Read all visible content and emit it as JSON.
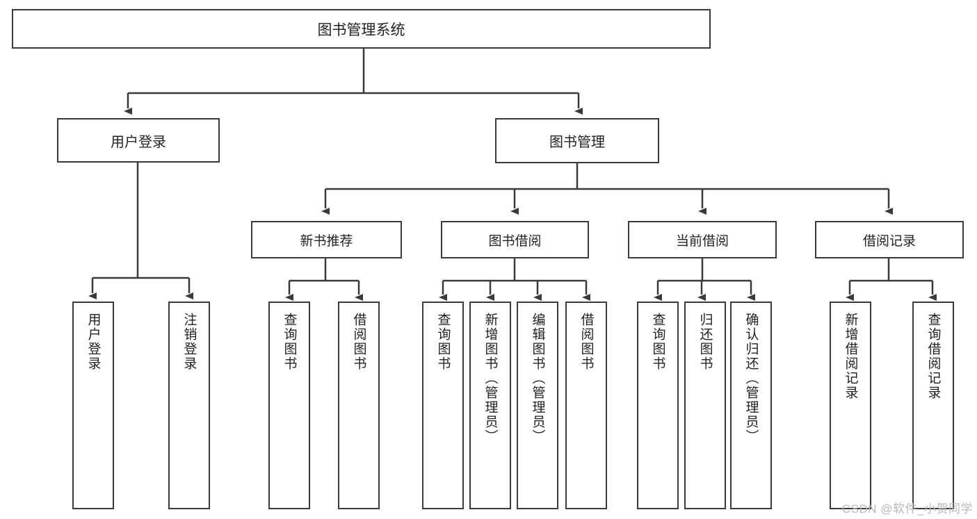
{
  "diagram": {
    "title": "图书管理系统",
    "watermark": "CSDN @软件_小贺同学",
    "accent_color": "#3a3a3a",
    "background_color": "#ffffff",
    "text_color": "#222222",
    "root": {
      "label": "图书管理系统"
    },
    "level2": [
      {
        "label": "用户登录"
      },
      {
        "label": "图书管理"
      }
    ],
    "level3": [
      {
        "label": "新书推荐"
      },
      {
        "label": "图书借阅"
      },
      {
        "label": "当前借阅"
      },
      {
        "label": "借阅记录"
      }
    ],
    "leaves": {
      "user_login": [
        {
          "label": "用户登录"
        },
        {
          "label": "注销登录"
        }
      ],
      "new_book_recommend": [
        {
          "label": "查询图书"
        },
        {
          "label": "借阅图书"
        }
      ],
      "book_borrow": [
        {
          "label": "查询图书"
        },
        {
          "label": "新增图书（管理员）"
        },
        {
          "label": "编辑图书（管理员）"
        },
        {
          "label": "借阅图书"
        }
      ],
      "current_borrow": [
        {
          "label": "查询图书"
        },
        {
          "label": "归还图书"
        },
        {
          "label": "确认归还（管理员）"
        }
      ],
      "borrow_records": [
        {
          "label": "新增借阅记录"
        },
        {
          "label": "查询借阅记录"
        }
      ]
    }
  }
}
